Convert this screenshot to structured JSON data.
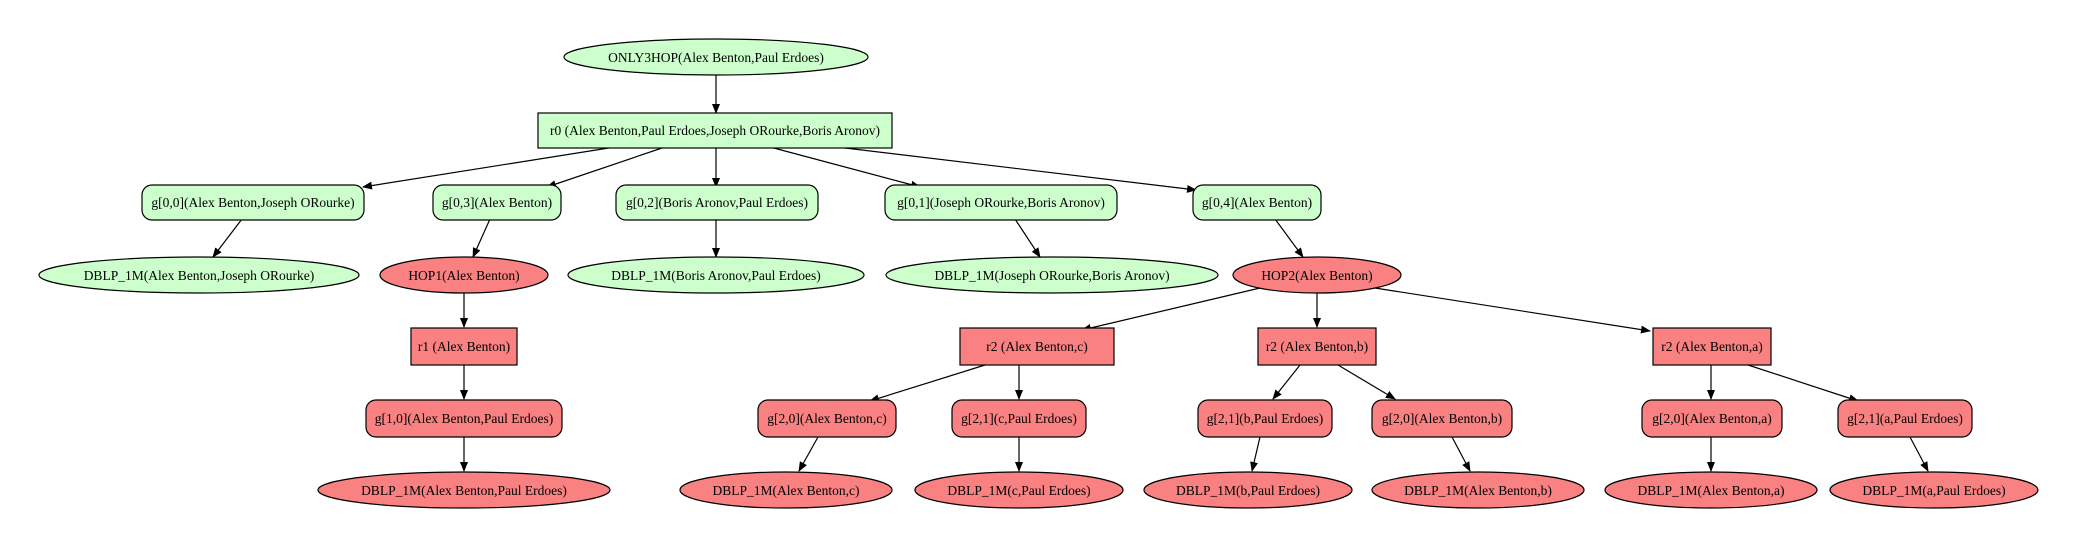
{
  "colors": {
    "green_fill": "#ccffcc",
    "red_fill": "#f98181",
    "stroke": "#000000",
    "background": "#ffffff"
  },
  "nodes": {
    "only3hop": "ONLY3HOP(Alex Benton,Paul Erdoes)",
    "r0": "r0 (Alex Benton,Paul Erdoes,Joseph ORourke,Boris Aronov)",
    "g00": "g[0,0](Alex Benton,Joseph ORourke)",
    "g03": "g[0,3](Alex Benton)",
    "g02": "g[0,2](Boris Aronov,Paul Erdoes)",
    "g01": "g[0,1](Joseph ORourke,Boris Aronov)",
    "g04": "g[0,4](Alex Benton)",
    "dblp_ab_jo": "DBLP_1M(Alex Benton,Joseph ORourke)",
    "hop1": "HOP1(Alex Benton)",
    "dblp_ba_pe": "DBLP_1M(Boris Aronov,Paul Erdoes)",
    "dblp_jo_ba": "DBLP_1M(Joseph ORourke,Boris Aronov)",
    "hop2": "HOP2(Alex Benton)",
    "r1": "r1 (Alex Benton)",
    "r2c": "r2 (Alex Benton,c)",
    "r2b": "r2 (Alex Benton,b)",
    "r2a": "r2 (Alex Benton,a)",
    "g10": "g[1,0](Alex Benton,Paul Erdoes)",
    "g20c": "g[2,0](Alex Benton,c)",
    "g21c": "g[2,1](c,Paul Erdoes)",
    "g21b": "g[2,1](b,Paul Erdoes)",
    "g20b": "g[2,0](Alex Benton,b)",
    "g20a": "g[2,0](Alex Benton,a)",
    "g21a": "g[2,1](a,Paul Erdoes)",
    "dblp_ab_pe": "DBLP_1M(Alex Benton,Paul Erdoes)",
    "dblp_ab_c": "DBLP_1M(Alex Benton,c)",
    "dblp_c_pe": "DBLP_1M(c,Paul Erdoes)",
    "dblp_b_pe": "DBLP_1M(b,Paul Erdoes)",
    "dblp_ab_b": "DBLP_1M(Alex Benton,b)",
    "dblp_ab_a": "DBLP_1M(Alex Benton,a)",
    "dblp_a_pe": "DBLP_1M(a,Paul Erdoes)"
  }
}
